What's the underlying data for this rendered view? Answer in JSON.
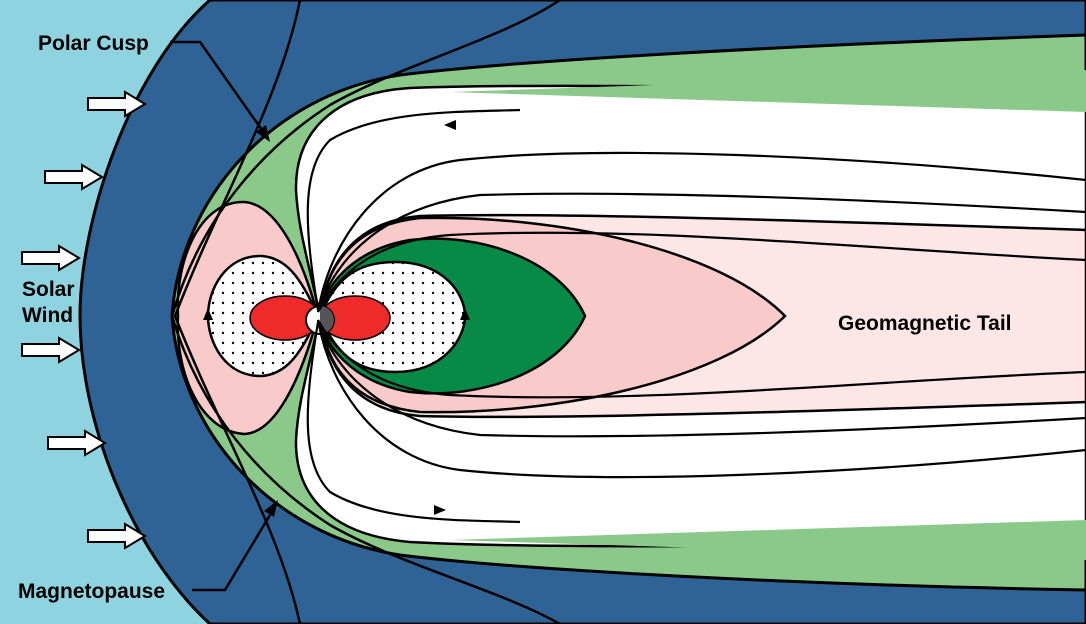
{
  "labels": {
    "polar_cusp": "Polar Cusp",
    "solar_wind_line1": "Solar",
    "solar_wind_line2": "Wind",
    "geomagnetic_tail": "Geomagnetic Tail",
    "magnetopause": "Magnetopause"
  },
  "colors": {
    "solar_wind": "#8ed3df",
    "magnetosheath": "#2f6396",
    "boundary_layer": "#8bc98a",
    "plasma_sheet": "#f8caca",
    "tail_lobe_outer": "#fce6e6",
    "plasmasphere_inner": "#068a45",
    "radiation_belt": "#ee2a2a",
    "field_line": "#000000"
  },
  "components": [
    "solar-wind-arrows",
    "bow-shock",
    "magnetosheath",
    "magnetopause",
    "polar-cusp",
    "boundary-layer",
    "plasma-sheet",
    "plasmasphere",
    "radiation-belts",
    "earth",
    "geomagnetic-tail-field-lines"
  ]
}
